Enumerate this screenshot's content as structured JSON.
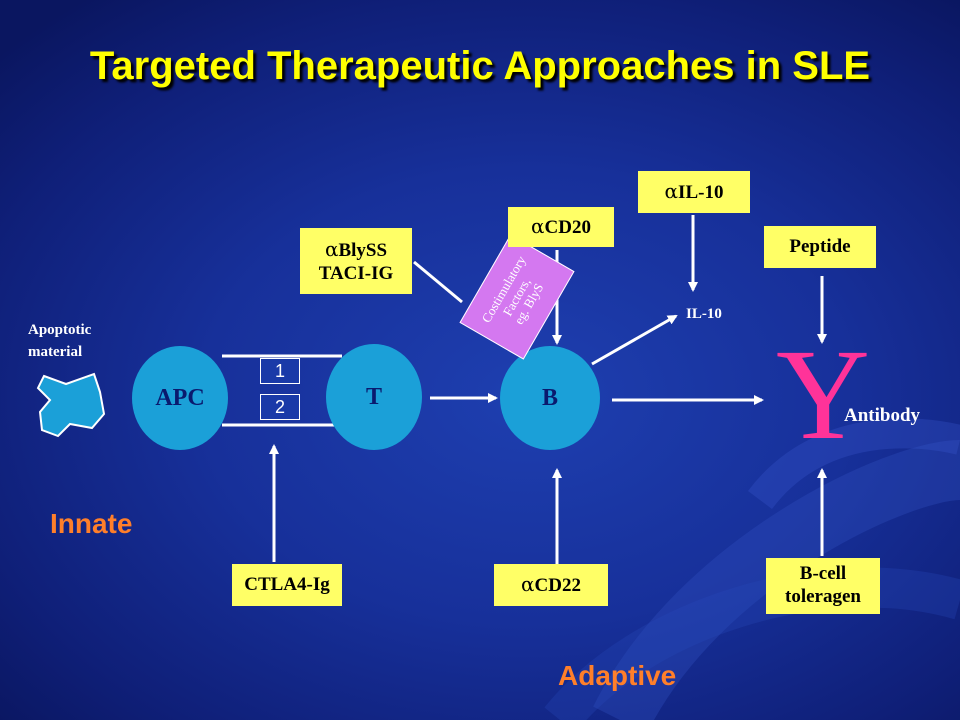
{
  "title": "Targeted Therapeutic Approaches in SLE",
  "cells": {
    "apc": "APC",
    "t": "T",
    "b": "B"
  },
  "signals": {
    "one": "1",
    "two": "2"
  },
  "boxes": {
    "blys": {
      "alpha": "α",
      "line1": "BlySS",
      "line2": "TACI-IG"
    },
    "cd20": {
      "alpha": "α",
      "text": "CD20"
    },
    "il10": {
      "alpha": "α",
      "text": "IL-10"
    },
    "peptide": {
      "text": "Peptide"
    },
    "ctla4": {
      "text": "CTLA4-Ig"
    },
    "cd22": {
      "alpha": "α",
      "text": "CD22"
    },
    "bcell": {
      "line1": "B-cell",
      "line2": "toleragen"
    }
  },
  "labels": {
    "apoptotic_line1": "Apoptotic",
    "apoptotic_line2": "material",
    "il10_output": "IL-10",
    "antibody": "Antibody",
    "antibody_symbol": "Y",
    "innate": "Innate",
    "adaptive": "Adaptive"
  },
  "costim": {
    "line1": "Costimulatory",
    "line2": "Factors,",
    "line3": "eg. BlyS"
  },
  "colors": {
    "background": "#17309a",
    "title": "#ffff00",
    "box_fill": "#ffff66",
    "cell_fill": "#1ba0d8",
    "costim_fill": "#d478f0",
    "antibody": "#ff3399",
    "phase_label": "#ff7f2a",
    "arrow": "#ffffff"
  }
}
